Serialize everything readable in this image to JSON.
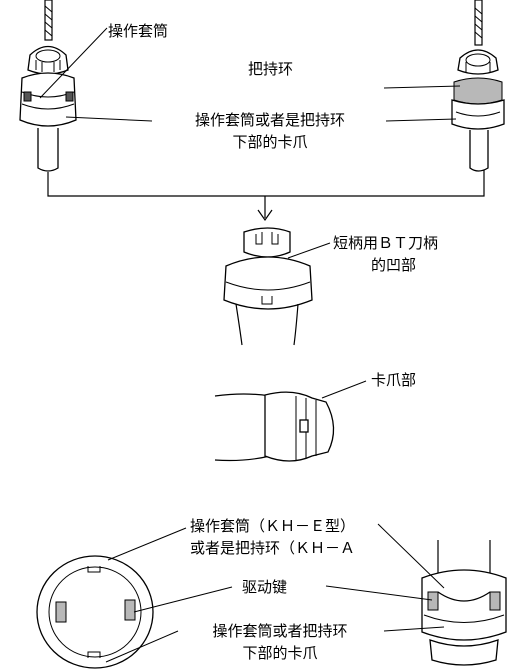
{
  "labels": {
    "operation_sleeve": "操作套筒",
    "holding_ring": "把持环",
    "claw_line1": "操作套筒或者是把持环",
    "claw_line2": "下部的卡爪",
    "bt_recess_line1": "短柄用ＢＴ刀柄",
    "bt_recess_line2": "的凹部",
    "claw_part": "卡爪部",
    "sleeve_type_line1": "操作套筒（ＫＨ－Ｅ型）",
    "sleeve_type_line2": "或者是把持环（ＫＨ－Ａ",
    "drive_key": "驱动键",
    "bottom_claw_line1": "操作套筒或者把持环",
    "bottom_claw_line2": "下部的卡爪"
  }
}
